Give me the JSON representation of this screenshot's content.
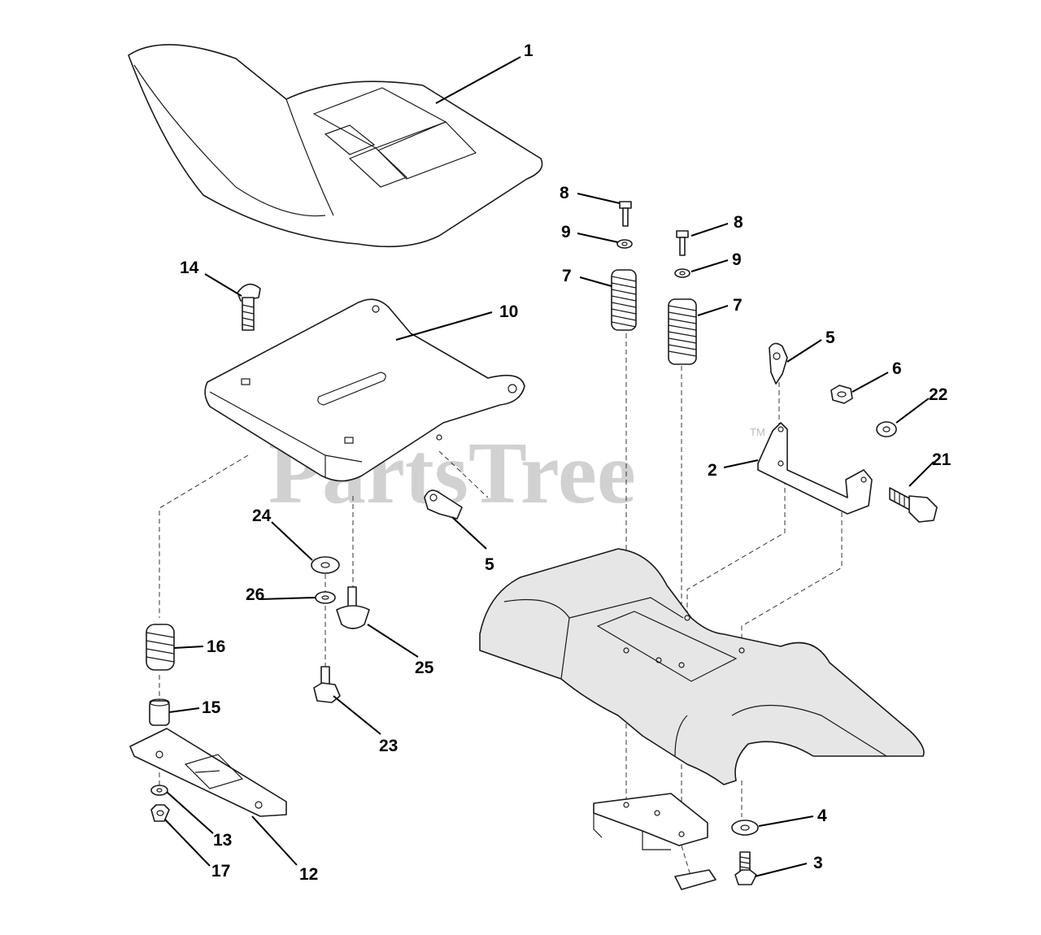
{
  "watermark": {
    "text": "PartsTree",
    "trademark": "TM"
  },
  "callouts": {
    "seat": "1",
    "seat_pan": "10",
    "carriage_bolt_14": "14",
    "bracket_2": "2",
    "bolt_3": "3",
    "washer_4": "4",
    "knob_5_right": "5",
    "knob_5_left": "5",
    "nut_6": "6",
    "spring_7_left": "7",
    "spring_7_right": "7",
    "screw_8_left": "8",
    "screw_8_right": "8",
    "washer_9_left": "9",
    "washer_9_right": "9",
    "slide_12": "12",
    "washer_13": "13",
    "spacer_15": "15",
    "spring_16": "16",
    "nut_17": "17",
    "bolt_21": "21",
    "washer_22": "22",
    "nut_23": "23",
    "washer_24": "24",
    "bumper_25": "25",
    "washer_26": "26"
  }
}
